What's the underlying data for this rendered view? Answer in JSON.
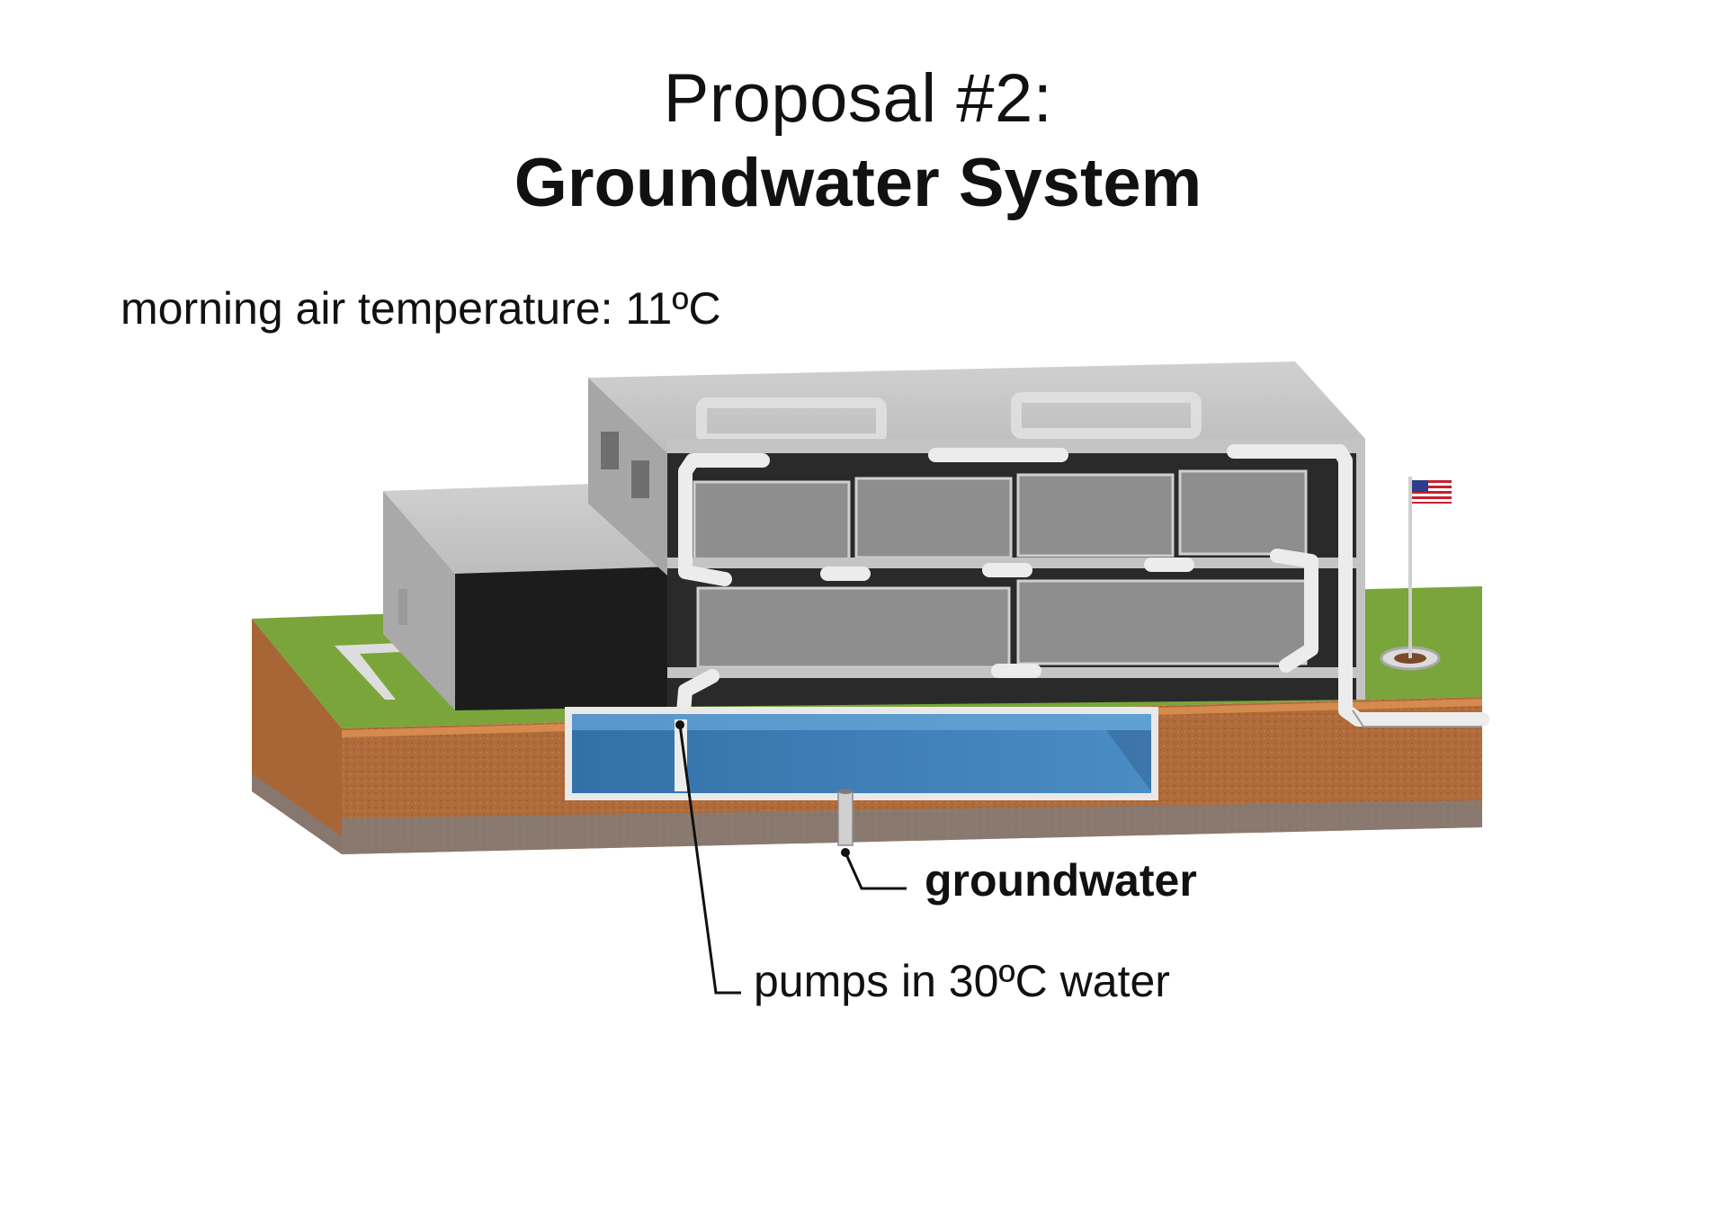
{
  "title": {
    "line1": "Proposal #2:",
    "line2": "Groundwater System"
  },
  "annotations": {
    "air_temperature": "morning air temperature: 11ºC",
    "groundwater": "groundwater",
    "pump": "pumps in 30ºC water"
  },
  "colors": {
    "soil": "#b06b3a",
    "grass": "#7aa53a",
    "water": "#3a78b0",
    "building": "#b8b8b8",
    "interior": "#2a2a2a",
    "pipe": "#ececec"
  },
  "icons": {
    "flag": "us-flag-icon"
  }
}
